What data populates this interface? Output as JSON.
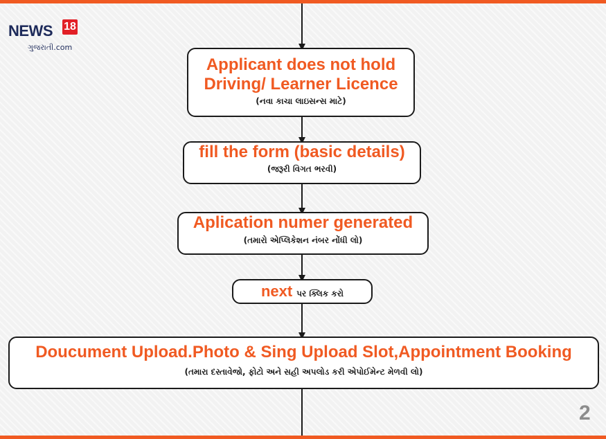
{
  "logo": {
    "brand": "NEWS",
    "number": "18",
    "subtitle": "ગુજરાતી.com"
  },
  "steps": [
    {
      "title_line1": "Applicant does not hold",
      "title_line2": "Driving/ Learner Licence",
      "note": "(નવા કાચા લાઇસન્સ માટે)"
    },
    {
      "title": "fill the form (basic details)",
      "note": "(જરૂરી વિગત ભરવી)"
    },
    {
      "title": "Aplication numer generated",
      "note": "(તમારો એપ્લિકેશન નંબર નોંધી લો)"
    },
    {
      "title": "next",
      "note": "પર ક્લિક કરો"
    },
    {
      "title": "Doucument Upload.Photo & Sing Upload Slot,Appointment Booking",
      "note": "(તમારા દસ્તાવેજો, ફોટો અને સહી અપલોડ કરી એપોઈમેન્ટ મેળવી લો)"
    }
  ],
  "page_number": "2",
  "colors": {
    "accent": "#f05a22",
    "text": "#1a1a1a",
    "brand_red": "#e21f26",
    "brand_navy": "#1d2a5a"
  }
}
